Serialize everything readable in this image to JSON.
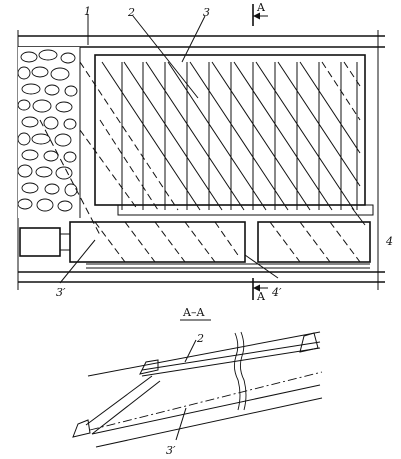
{
  "labels": {
    "item_1": "1",
    "item_2": "2",
    "item_3": "3",
    "item_4": "4",
    "item_3p": "3′",
    "item_4p": "4′",
    "section_mark": "A",
    "section_title": "A–A",
    "section_item_2": "2",
    "section_item_3p": "3′"
  }
}
